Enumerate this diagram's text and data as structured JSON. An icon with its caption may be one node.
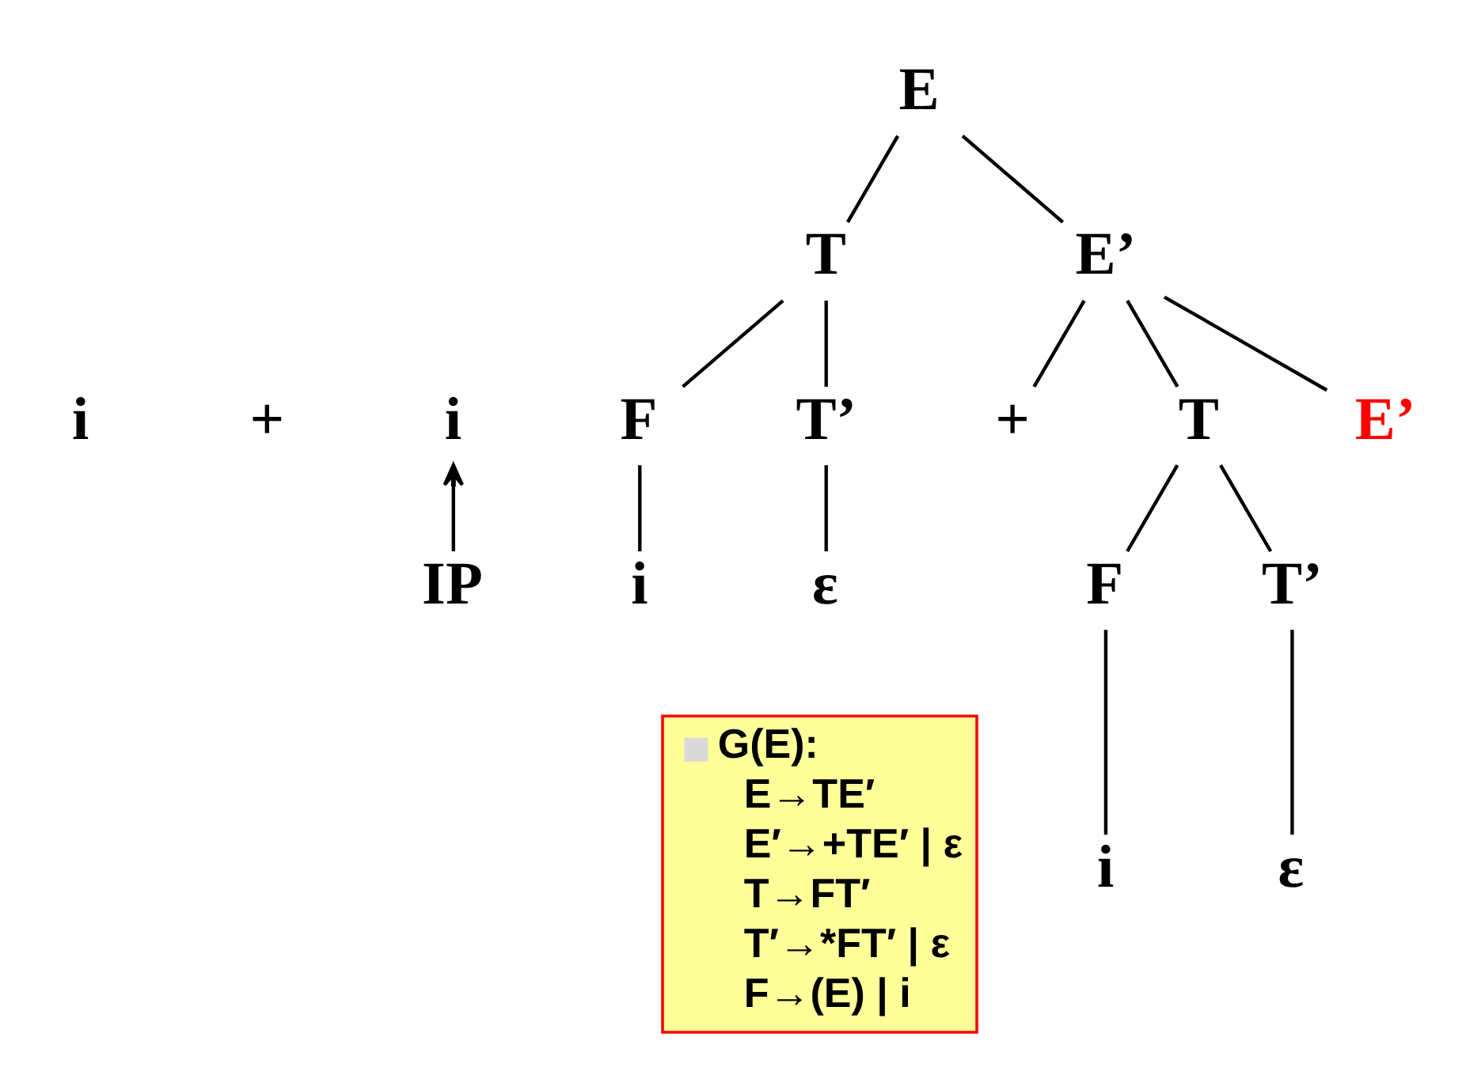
{
  "diagram": {
    "nodes": [
      {
        "text": [
          "E"
        ]
      },
      {
        "text": [
          "T"
        ]
      },
      {
        "text": [
          "E’"
        ]
      },
      {
        "text": [
          "F"
        ]
      },
      {
        "text": [
          "T’"
        ]
      },
      {
        "text": [
          "+"
        ]
      },
      {
        "text": [
          "T"
        ]
      },
      {
        "text": [
          "E’"
        ]
      },
      {
        "text": [
          "i"
        ]
      },
      {
        "text": [
          "ε"
        ]
      },
      {
        "text": [
          "F"
        ]
      },
      {
        "text": [
          "T’"
        ]
      },
      {
        "text": [
          "i"
        ]
      },
      {
        "text": [
          "ε"
        ]
      },
      {
        "text": [
          "i"
        ]
      },
      {
        "text": [
          "IP"
        ]
      },
      {
        "text": [
          "G(E):",
          "E→TE′",
          "E′→+TE′ | ε",
          "T→FT′",
          "T′→*FT′ | ε",
          "F→(E) | i"
        ]
      }
    ],
    "edges": [
      {
        "from": 0,
        "to": 1,
        "arrow": "none"
      },
      {
        "from": 0,
        "to": 2,
        "arrow": "none"
      },
      {
        "from": 1,
        "to": 3,
        "arrow": "none"
      },
      {
        "from": 1,
        "to": 4,
        "arrow": "none"
      },
      {
        "from": 2,
        "to": 5,
        "arrow": "none"
      },
      {
        "from": 2,
        "to": 6,
        "arrow": "none"
      },
      {
        "from": 2,
        "to": 7,
        "arrow": "none"
      },
      {
        "from": 3,
        "to": 8,
        "arrow": "none"
      },
      {
        "from": 4,
        "to": 9,
        "arrow": "none"
      },
      {
        "from": 6,
        "to": 10,
        "arrow": "none"
      },
      {
        "from": 6,
        "to": 11,
        "arrow": "none"
      },
      {
        "from": 10,
        "to": 12,
        "arrow": "none"
      },
      {
        "from": 11,
        "to": 13,
        "arrow": "none"
      },
      {
        "from": 15,
        "to": 14,
        "arrow": "to"
      }
    ],
    "labels": [
      "i",
      "+"
    ]
  }
}
